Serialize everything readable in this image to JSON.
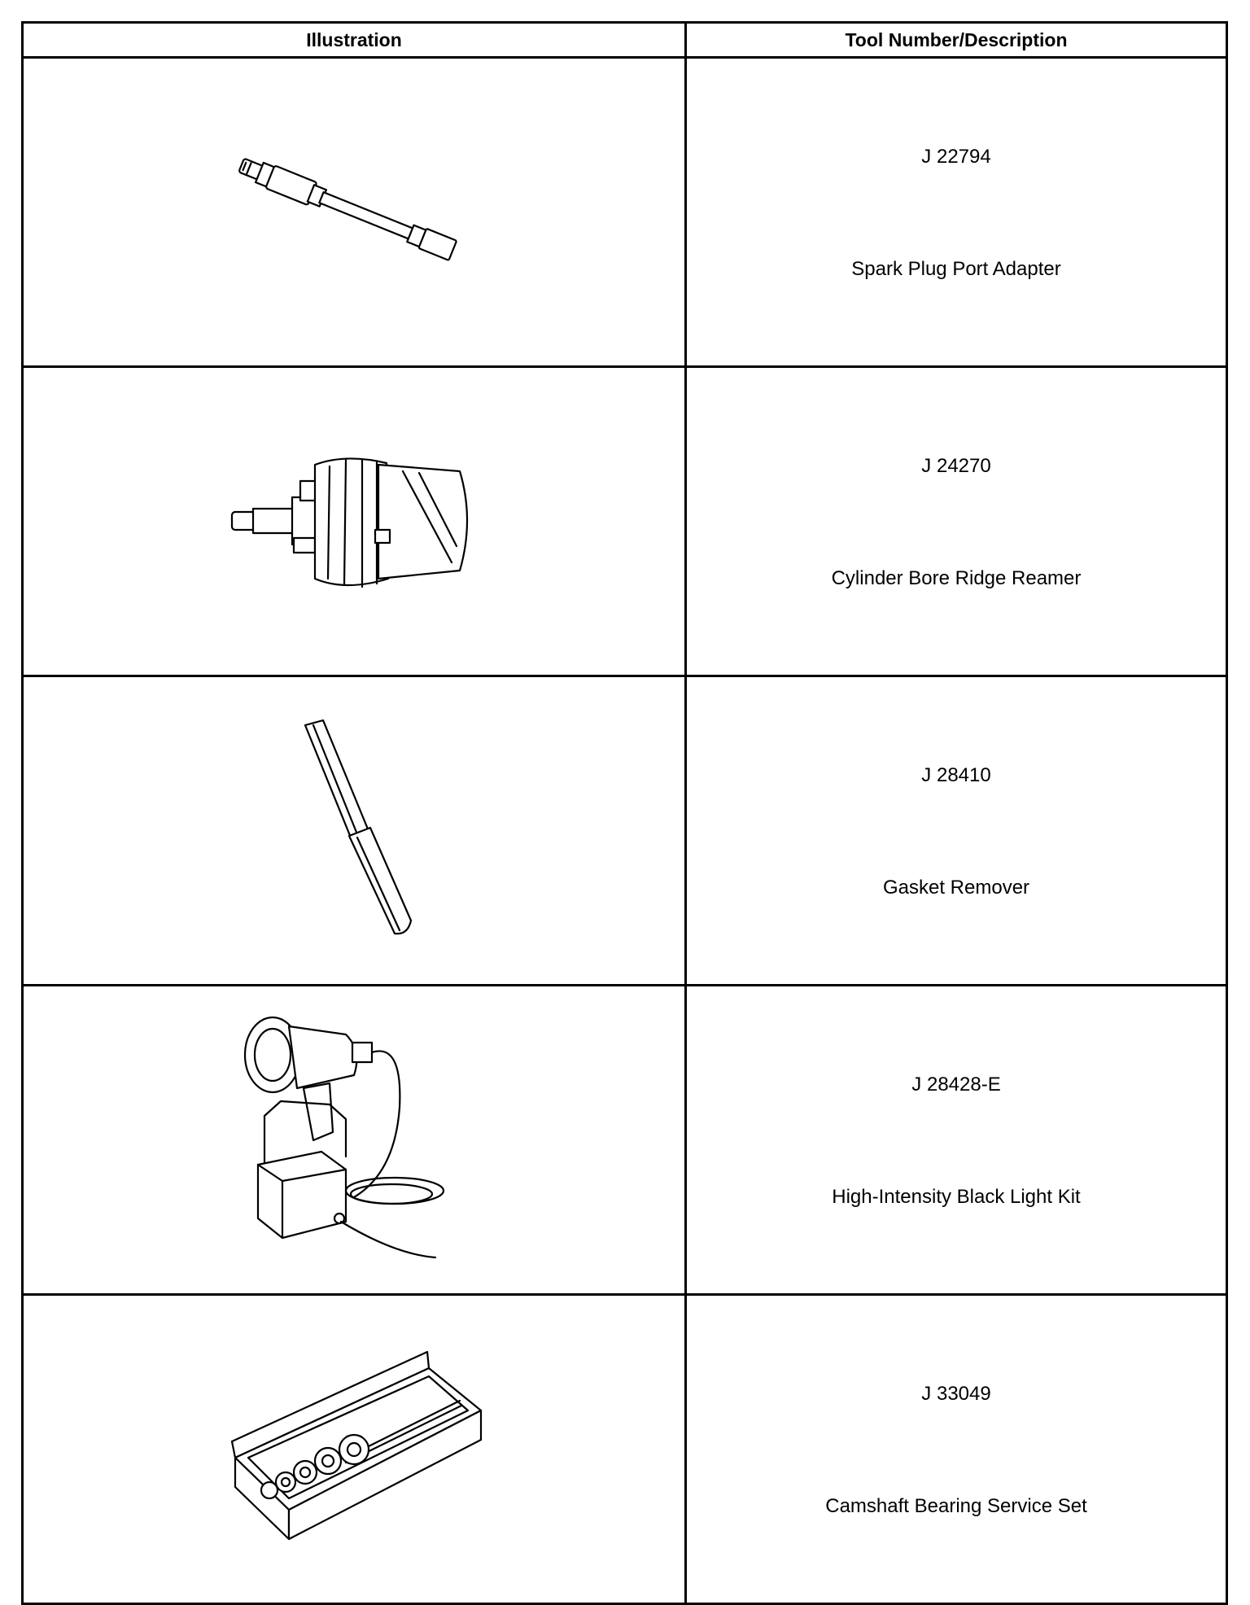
{
  "table": {
    "headers": {
      "illustration": "Illustration",
      "tool": "Tool Number/Description"
    },
    "rows": [
      {
        "number": "J 22794",
        "description": "Spark Plug Port Adapter",
        "icon": "spark-plug-port-adapter-icon"
      },
      {
        "number": "J 24270",
        "description": "Cylinder Bore Ridge Reamer",
        "icon": "ridge-reamer-icon"
      },
      {
        "number": "J 28410",
        "description": "Gasket Remover",
        "icon": "gasket-remover-icon"
      },
      {
        "number": "J 28428-E",
        "description": "High-Intensity Black Light Kit",
        "icon": "black-light-kit-icon"
      },
      {
        "number": "J 33049",
        "description": "Camshaft Bearing Service Set",
        "icon": "camshaft-bearing-set-icon"
      }
    ]
  }
}
